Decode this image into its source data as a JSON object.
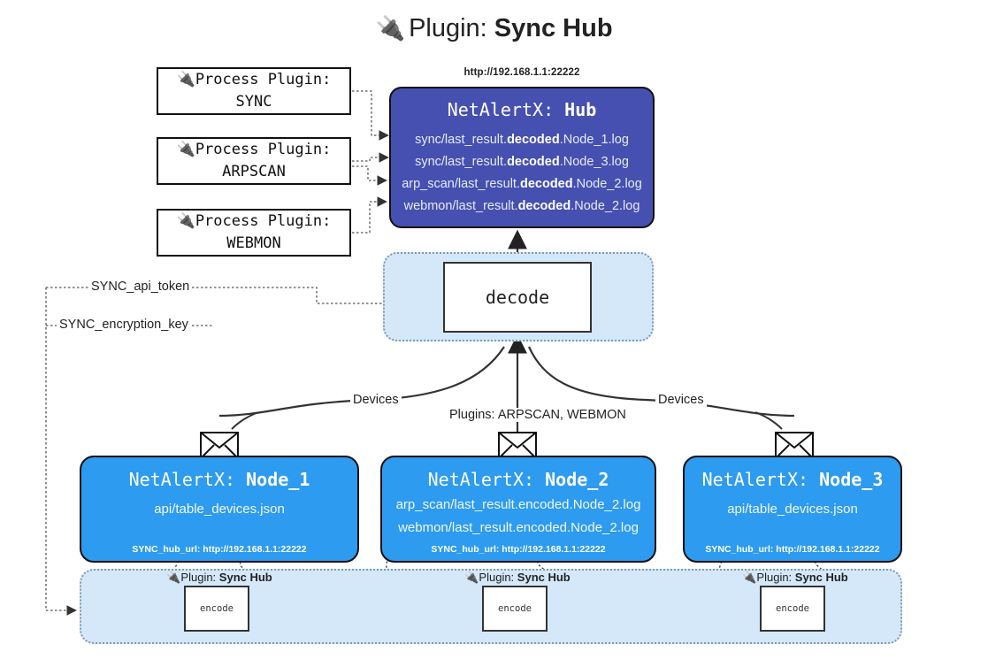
{
  "page": {
    "title_prefix": "Plugin:",
    "title_name": "Sync Hub",
    "plug_icon": "plug-icon"
  },
  "process_plugins": [
    {
      "header": "Process Plugin:",
      "name": "SYNC"
    },
    {
      "header": "Process Plugin:",
      "name": "ARPSCAN"
    },
    {
      "header": "Process Plugin:",
      "name": "WEBMON"
    }
  ],
  "hub": {
    "url": "http://192.168.1.1:22222",
    "title_prefix": "NetAlertX:",
    "title_name": "Hub",
    "logs": [
      {
        "pre": "sync/last_result.",
        "mid": "decoded",
        "post": ".Node_1.log"
      },
      {
        "pre": "sync/last_result.",
        "mid": "decoded",
        "post": ".Node_3.log"
      },
      {
        "pre": "arp_scan/last_result.",
        "mid": "decoded",
        "post": ".Node_2.log"
      },
      {
        "pre": "webmon/last_result.",
        "mid": "decoded",
        "post": ".Node_2.log"
      }
    ]
  },
  "decode": {
    "label": "decode"
  },
  "settings": {
    "api_token": "SYNC_api_token",
    "encryption_key": "SYNC_encryption_key"
  },
  "edges": {
    "devices_left": "Devices",
    "devices_right": "Devices",
    "plugins_mid": "Plugins: ARPSCAN, WEBMON"
  },
  "nodes": [
    {
      "title_prefix": "NetAlertX:",
      "title_name": "Node_1",
      "lines": [
        "api/table_devices.json"
      ],
      "hub_url_label": "SYNC_hub_url:",
      "hub_url": "http://192.168.1.1:22222",
      "envelope_icon": "envelope-icon"
    },
    {
      "title_prefix": "NetAlertX:",
      "title_name": "Node_2",
      "lines": [
        "arp_scan/last_result.encoded.Node_2.log",
        "webmon/last_result.encoded.Node_2.log"
      ],
      "hub_url_label": "SYNC_hub_url:",
      "hub_url": "http://192.168.1.1:22222",
      "envelope_icon": "envelope-icon"
    },
    {
      "title_prefix": "NetAlertX:",
      "title_name": "Node_3",
      "lines": [
        "api/table_devices.json"
      ],
      "hub_url_label": "SYNC_hub_url:",
      "hub_url": "http://192.168.1.1:22222",
      "envelope_icon": "envelope-icon"
    }
  ],
  "encoders": [
    {
      "label_prefix": "Plugin:",
      "label_name": "Sync Hub",
      "box": "encode"
    },
    {
      "label_prefix": "Plugin:",
      "label_name": "Sync Hub",
      "box": "encode"
    },
    {
      "label_prefix": "Plugin:",
      "label_name": "Sync Hub",
      "box": "encode"
    }
  ],
  "colors": {
    "hub_fill": "#4550b0",
    "node_fill": "#2d9bf0",
    "container_fill": "#d4e8fa",
    "container_border": "#7e9ab3",
    "stroke": "#333333"
  }
}
